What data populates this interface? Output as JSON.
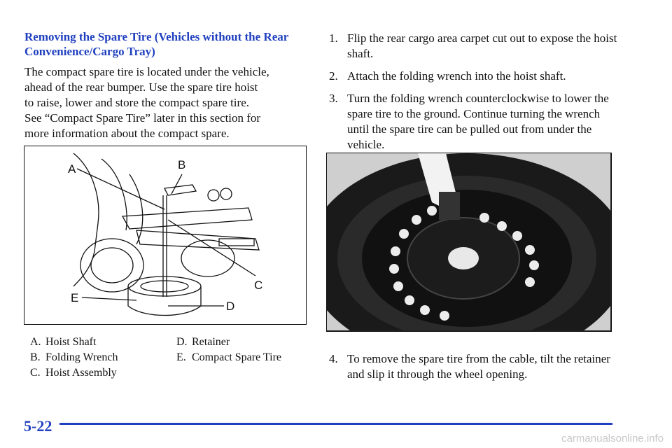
{
  "heading": "Removing the Spare Tire (Vehicles without the Rear Convenience/Cargo Tray)",
  "intro_lines": [
    "The compact spare tire is located under the vehicle,",
    "ahead of the rear bumper. Use the spare tire hoist",
    "to raise, lower and store the compact spare tire.",
    "See “Compact Spare Tire” later in this section for",
    "more information about the compact spare."
  ],
  "figure1": {
    "callouts": {
      "a": "A",
      "b": "B",
      "c": "C",
      "d": "D",
      "e": "E"
    }
  },
  "legend": {
    "left": [
      {
        "key": "A.",
        "label": "Hoist Shaft"
      },
      {
        "key": "B.",
        "label": "Folding Wrench"
      },
      {
        "key": "C.",
        "label": "Hoist Assembly"
      }
    ],
    "right": [
      {
        "key": "D.",
        "label": "Retainer"
      },
      {
        "key": "E.",
        "label": "Compact Spare Tire"
      }
    ]
  },
  "steps": [
    {
      "num": "1.",
      "text": "Flip the rear cargo area carpet cut out to expose the hoist shaft."
    },
    {
      "num": "2.",
      "text": "Attach the folding wrench into the hoist shaft."
    },
    {
      "num": "3.",
      "text": "Turn the folding wrench counterclockwise to lower the spare tire to the ground. Continue turning the wrench until the spare tire can be pulled out from under the vehicle."
    },
    {
      "num": "4.",
      "text": "To remove the spare tire from the cable, tilt the retainer and slip it through the wheel opening."
    }
  ],
  "page_number": "5-22",
  "watermark": "carmanualsonline.info"
}
